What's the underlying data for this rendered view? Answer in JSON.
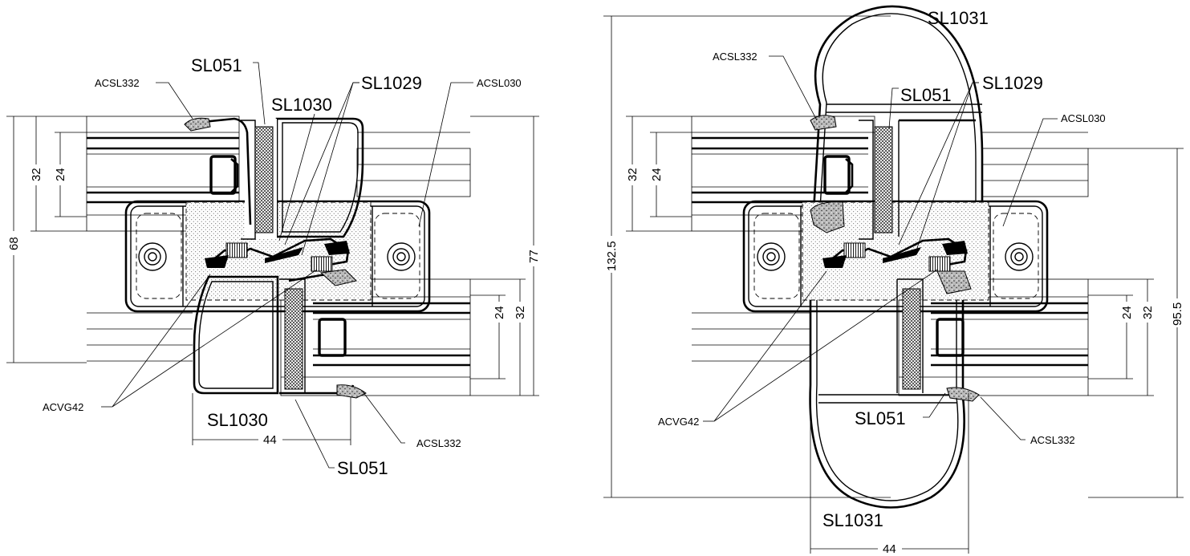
{
  "labels": {
    "left": {
      "sl051_top": "SL051",
      "sl1030_top": "SL1030",
      "sl1029": "SL1029",
      "acsl030": "ACSL030",
      "acsl332_top": "ACSL332",
      "acvg42": "ACVG42",
      "sl1030_bottom": "SL1030",
      "acsl332_bottom": "ACSL332",
      "sl051_bottom": "SL051"
    },
    "right": {
      "sl1031_top": "SL1031",
      "acsl332_top": "ACSL332",
      "sl051_top": "SL051",
      "sl1029": "SL1029",
      "acsl030": "ACSL030",
      "acvg42": "ACVG42",
      "sl051_bottom": "SL051",
      "acsl332_bottom": "ACSL332",
      "sl1031_bottom": "SL1031"
    }
  },
  "dimensions": {
    "left": {
      "overall_left": "68",
      "glass_outer_left": "32",
      "glass_inner_left": "24",
      "overall_right": "77",
      "glass_outer_right": "32",
      "glass_inner_right": "24",
      "width_bottom": "44"
    },
    "right": {
      "overall_left": "132.5",
      "glass_outer_left": "32",
      "glass_inner_left": "24",
      "overall_right": "95.5",
      "glass_outer_right": "32",
      "glass_inner_right": "24",
      "width_bottom": "44"
    }
  }
}
